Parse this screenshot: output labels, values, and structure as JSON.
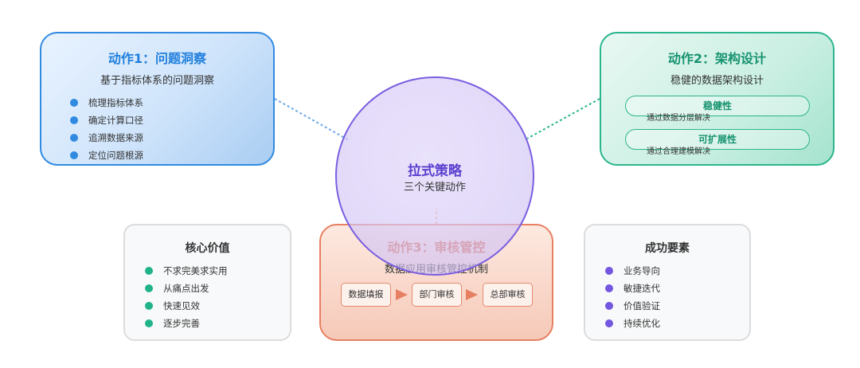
{
  "center": {
    "title": "拉式策略",
    "subtitle": "三个关键动作"
  },
  "action1": {
    "title": "动作1：问题洞察",
    "subtitle": "基于指标体系的问题洞察",
    "items": [
      "梳理指标体系",
      "确定计算口径",
      "追溯数据来源",
      "定位问题根源"
    ]
  },
  "action2": {
    "title": "动作2：架构设计",
    "subtitle": "稳健的数据架构设计",
    "pills": [
      {
        "label": "稳健性",
        "desc": "通过数据分层解决"
      },
      {
        "label": "可扩展性",
        "desc": "通过合理建模解决"
      }
    ]
  },
  "action3": {
    "title": "动作3：审核管控",
    "subtitle": "数据应用审核管控机制",
    "steps": [
      "数据填报",
      "部门审核",
      "总部审核"
    ]
  },
  "core_value": {
    "title": "核心价值",
    "items": [
      "不求完美求实用",
      "从痛点出发",
      "快速见效",
      "逐步完善"
    ]
  },
  "success_factors": {
    "title": "成功要素",
    "items": [
      "业务导向",
      "敏捷迭代",
      "价值验证",
      "持续优化"
    ]
  },
  "colors": {
    "blue": "#2f8ae0",
    "green": "#2bb58d",
    "orange": "#e77f62",
    "purple": "#7a5ee0",
    "teal_dot": "#20b38a",
    "violet_dot": "#7357e0"
  }
}
